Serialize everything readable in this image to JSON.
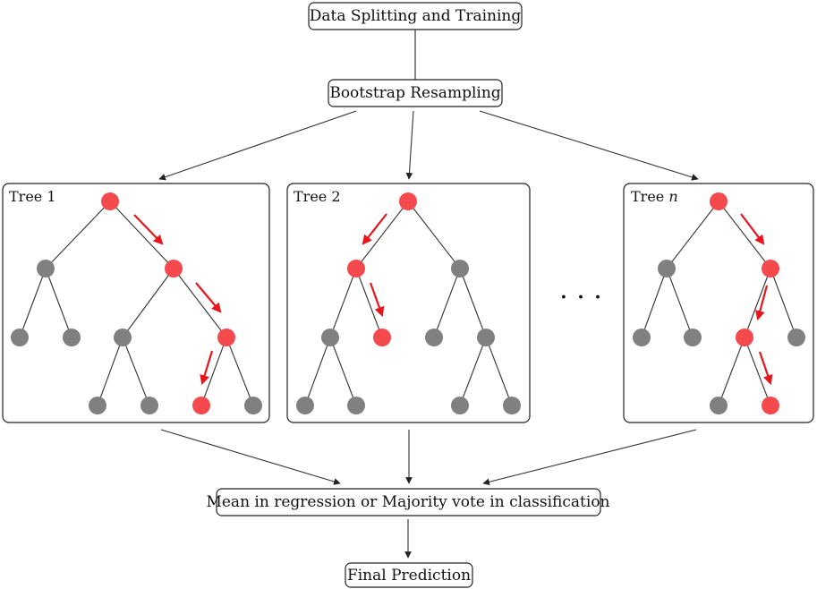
{
  "steps": {
    "split": "Data Splitting and Training",
    "bootstrap": "Bootstrap Resampling",
    "aggregate": "Mean in regression or Majority vote in classification",
    "final": "Final Prediction"
  },
  "trees": [
    {
      "prefix": "Tree ",
      "suffix": "1"
    },
    {
      "prefix": "Tree ",
      "suffix": "2"
    },
    {
      "prefix": "Tree ",
      "suffix": "n"
    }
  ],
  "ellipsis": "· · ·",
  "colors": {
    "active_node": "#f44a4e",
    "inactive_node": "#808080",
    "arrow_red": "#e8161c",
    "line": "#333333"
  }
}
